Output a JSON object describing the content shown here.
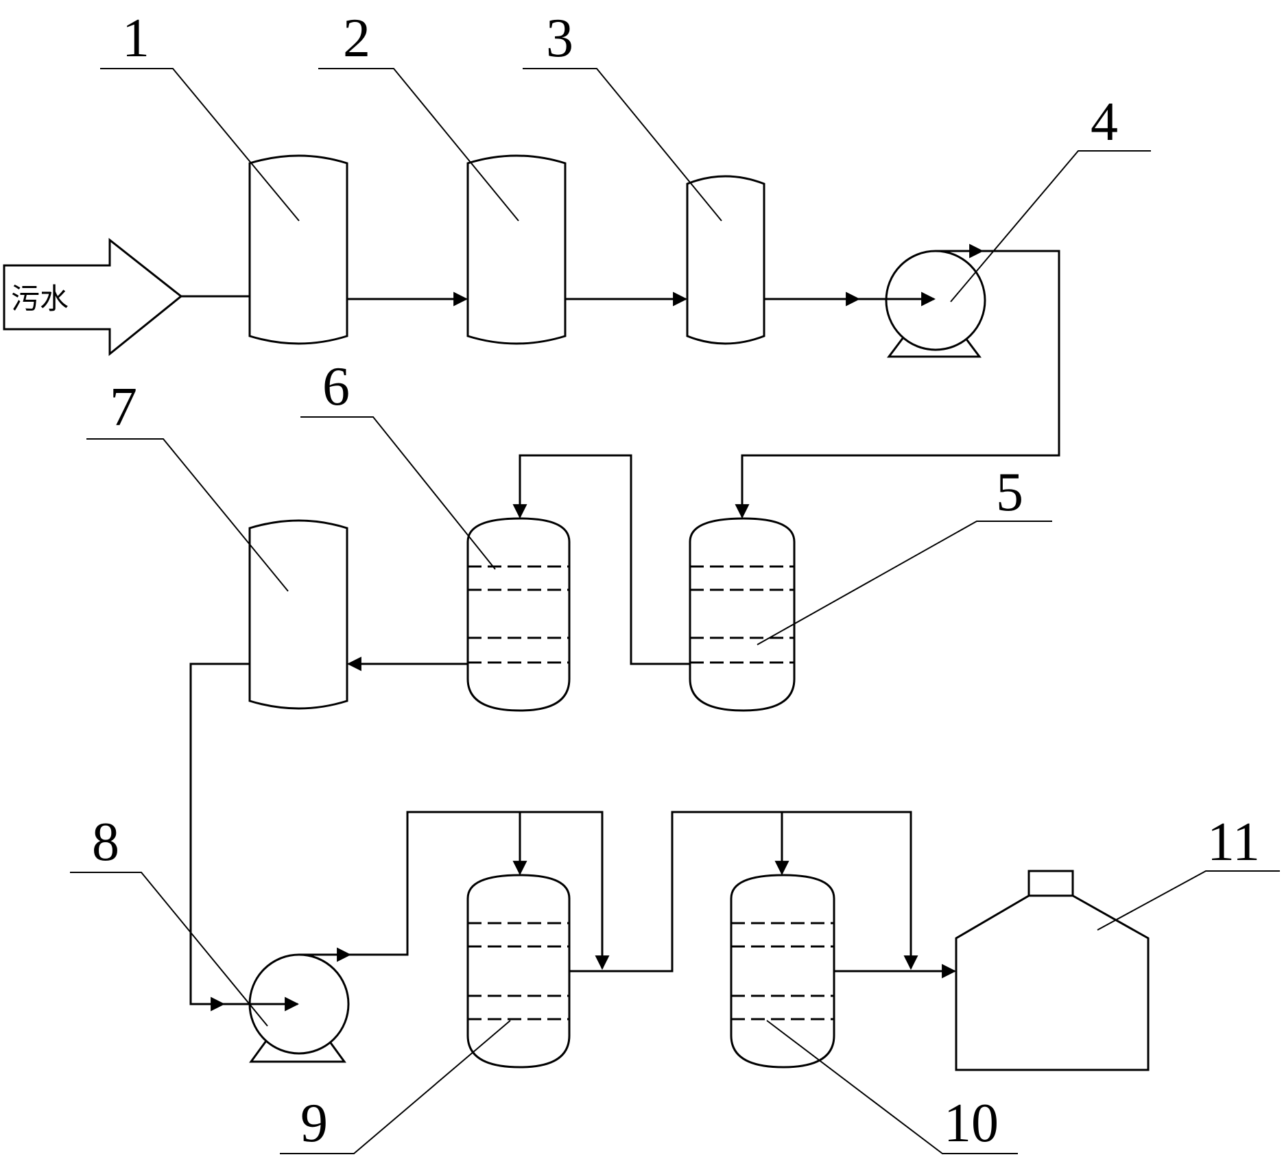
{
  "inlet": {
    "label": "污水"
  },
  "labels": {
    "n1": "1",
    "n2": "2",
    "n3": "3",
    "n4": "4",
    "n5": "5",
    "n6": "6",
    "n7": "7",
    "n8": "8",
    "n9": "9",
    "n10": "10",
    "n11": "11"
  },
  "colors": {
    "line": "#000000",
    "background": "#ffffff"
  }
}
